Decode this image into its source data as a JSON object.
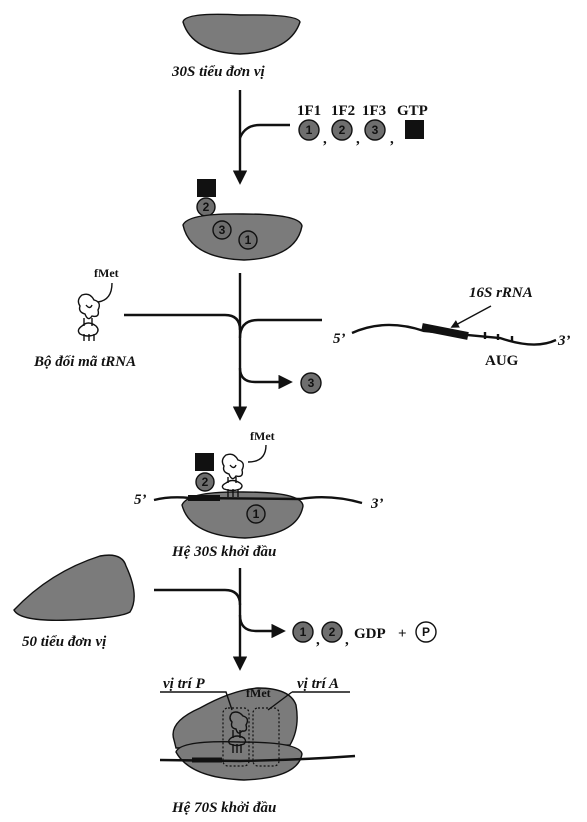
{
  "captions": {
    "s30": "30S tiểu đơn vị",
    "trna": "Bộ đối mã tRNA",
    "rrna": "16S rRNA",
    "complex30": "Hệ 30S khởi đầu",
    "s50": "50 tiểu đơn vị",
    "complex70": "Hệ 70S khởi đầu",
    "siteP": "vị trí P",
    "siteA": "vị trí A"
  },
  "factors": {
    "if1": "1F1",
    "if2": "1F2",
    "if3": "1F3",
    "gtp": "GTP",
    "gdp": "GDP",
    "plus": "+",
    "pi": "P"
  },
  "numbers": {
    "one": "1",
    "two": "2",
    "three": "3"
  },
  "labels": {
    "fmet": "fMet",
    "aug": "AUG",
    "five": "5’",
    "three": "3’",
    "comma": ","
  },
  "colors": {
    "subunit": "#7b7b7b",
    "factor": "#6e6e6e",
    "line": "#111111"
  }
}
